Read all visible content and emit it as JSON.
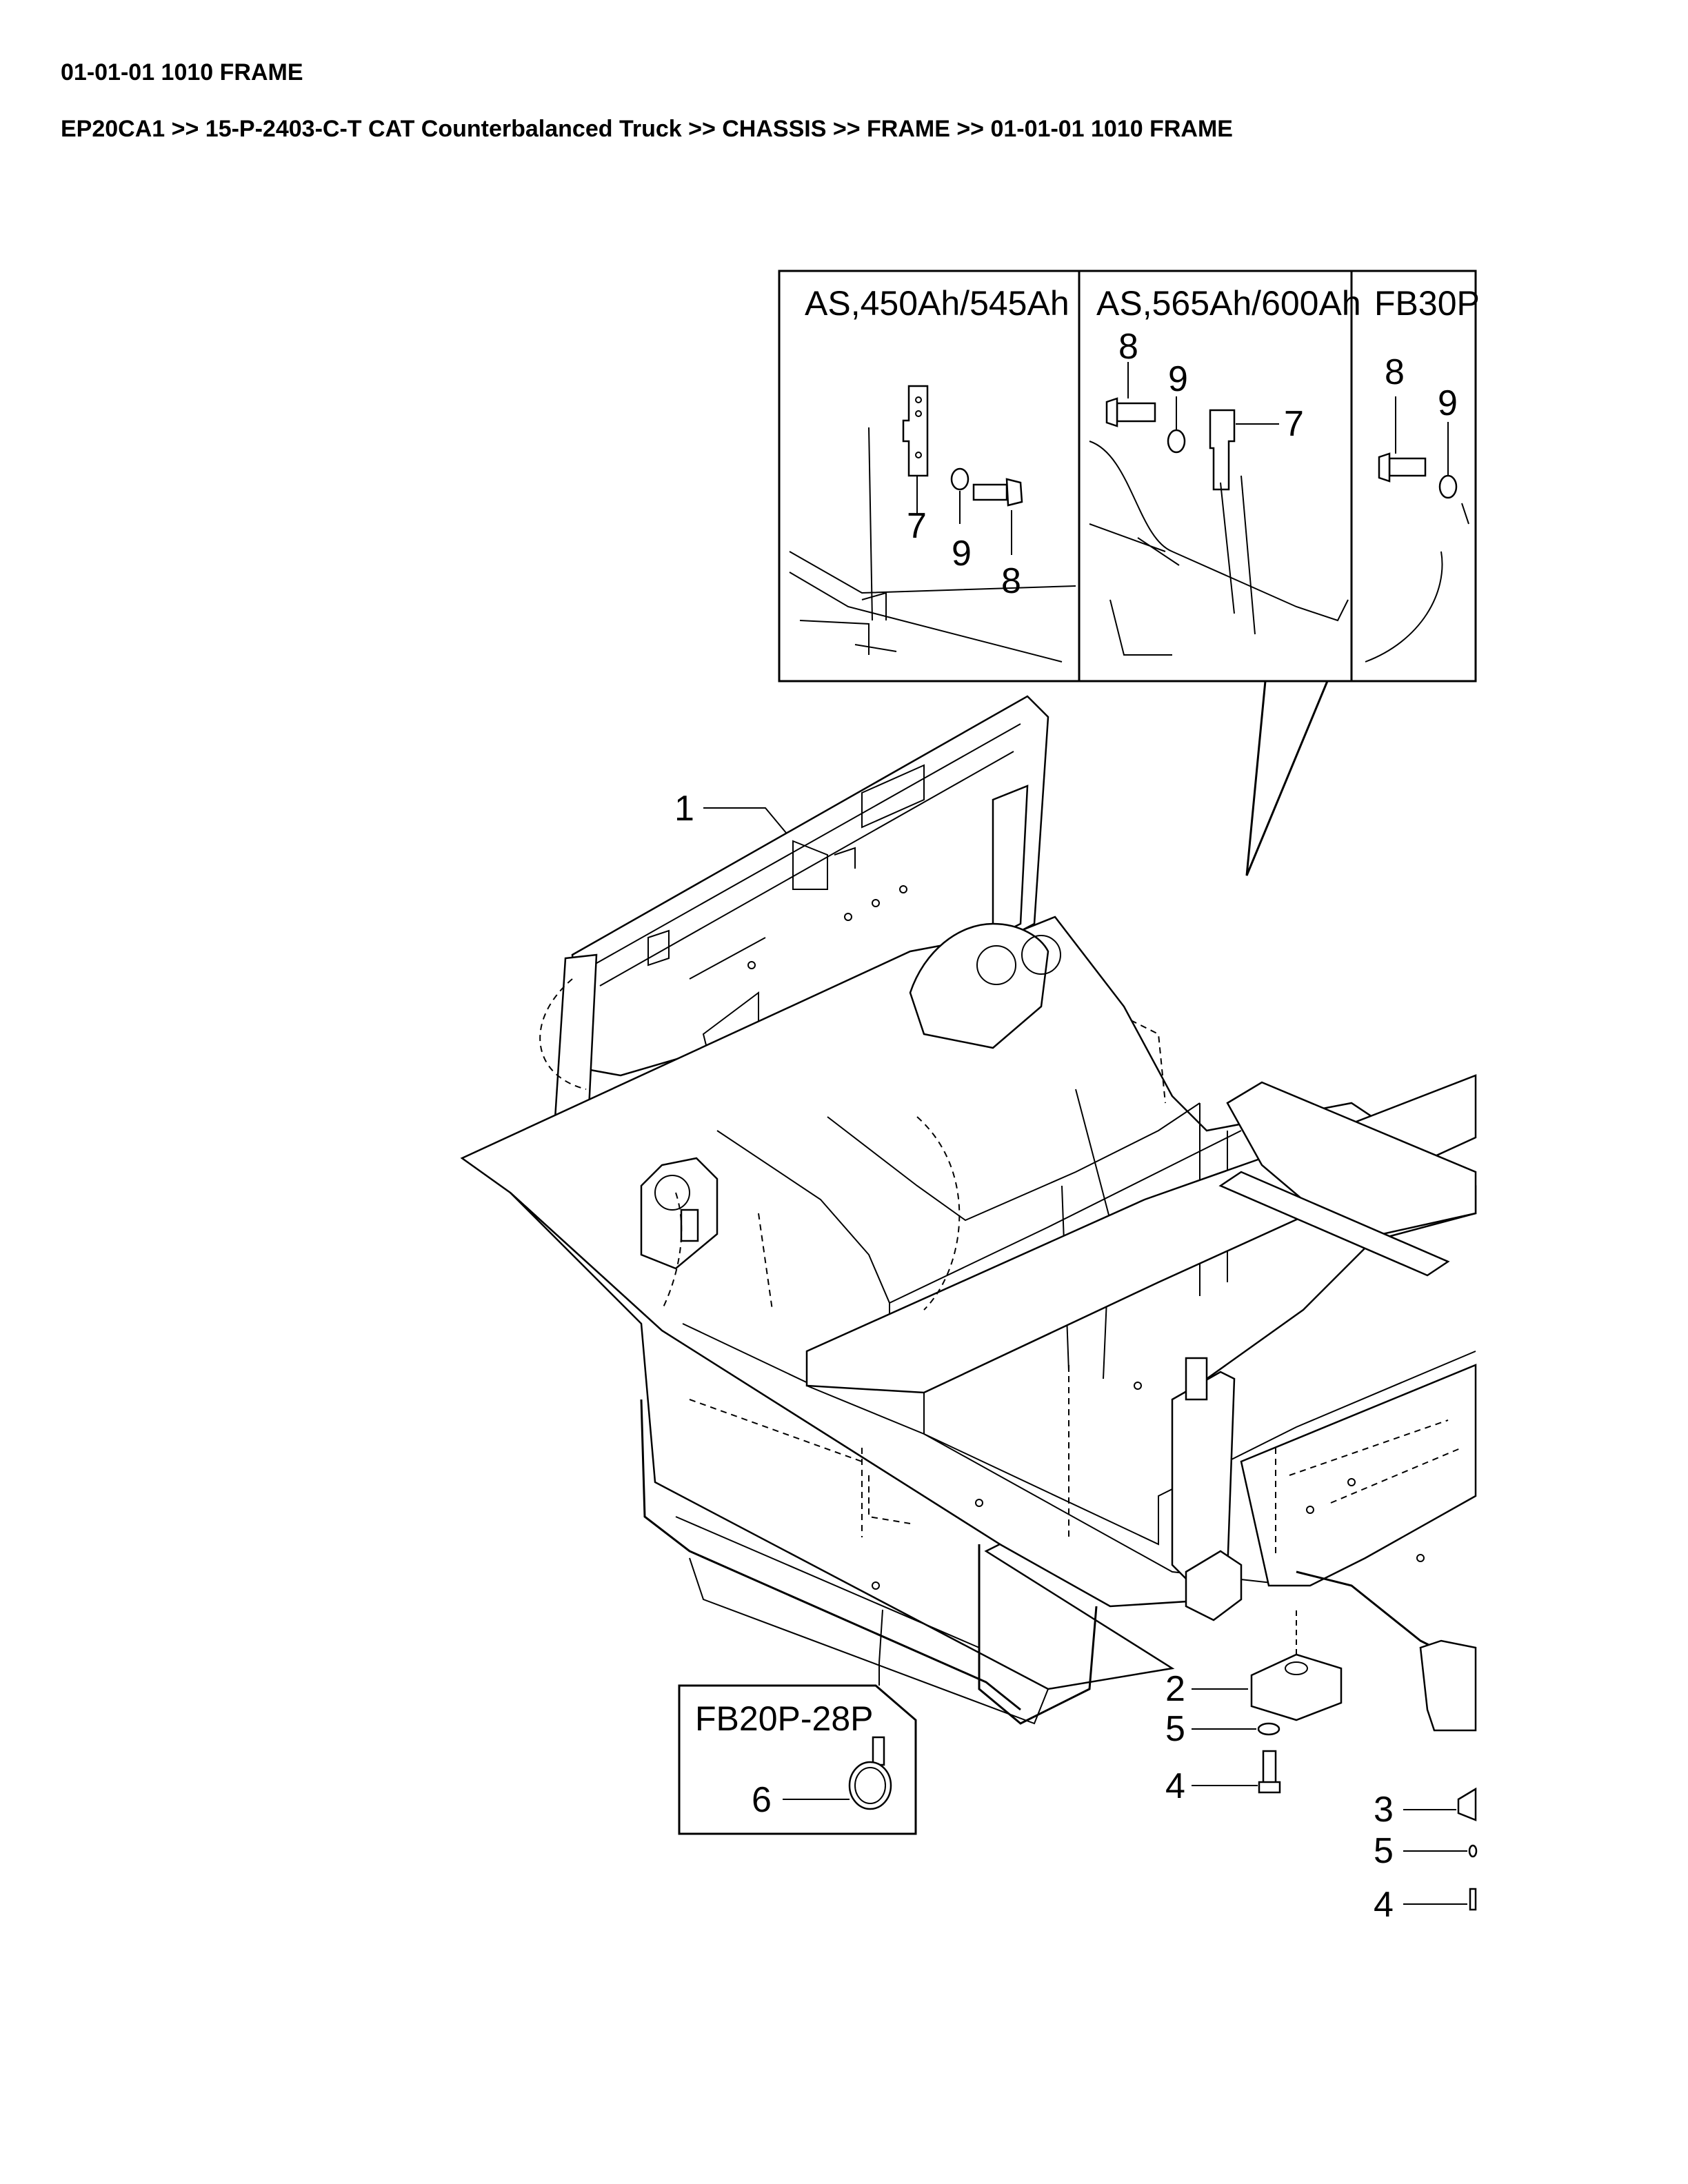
{
  "page": {
    "title": "01-01-01 1010 FRAME",
    "breadcrumb": "EP20CA1 >> 15-P-2403-C-T CAT Counterbalanced Truck >> CHASSIS >> FRAME >> 01-01-01 1010 FRAME"
  },
  "diagram": {
    "variant_panels": [
      "AS,450Ah/545Ah",
      "AS,565Ah/600Ah",
      "FB30P"
    ],
    "inset_label": "FB20P-28P",
    "callouts": {
      "frame": "1",
      "block_a": "2",
      "block_b": "3",
      "bolt": "4",
      "washer": "5",
      "clamp": "6",
      "bracket": "7",
      "panel_bolt": "8",
      "panel_washer": "9"
    }
  }
}
